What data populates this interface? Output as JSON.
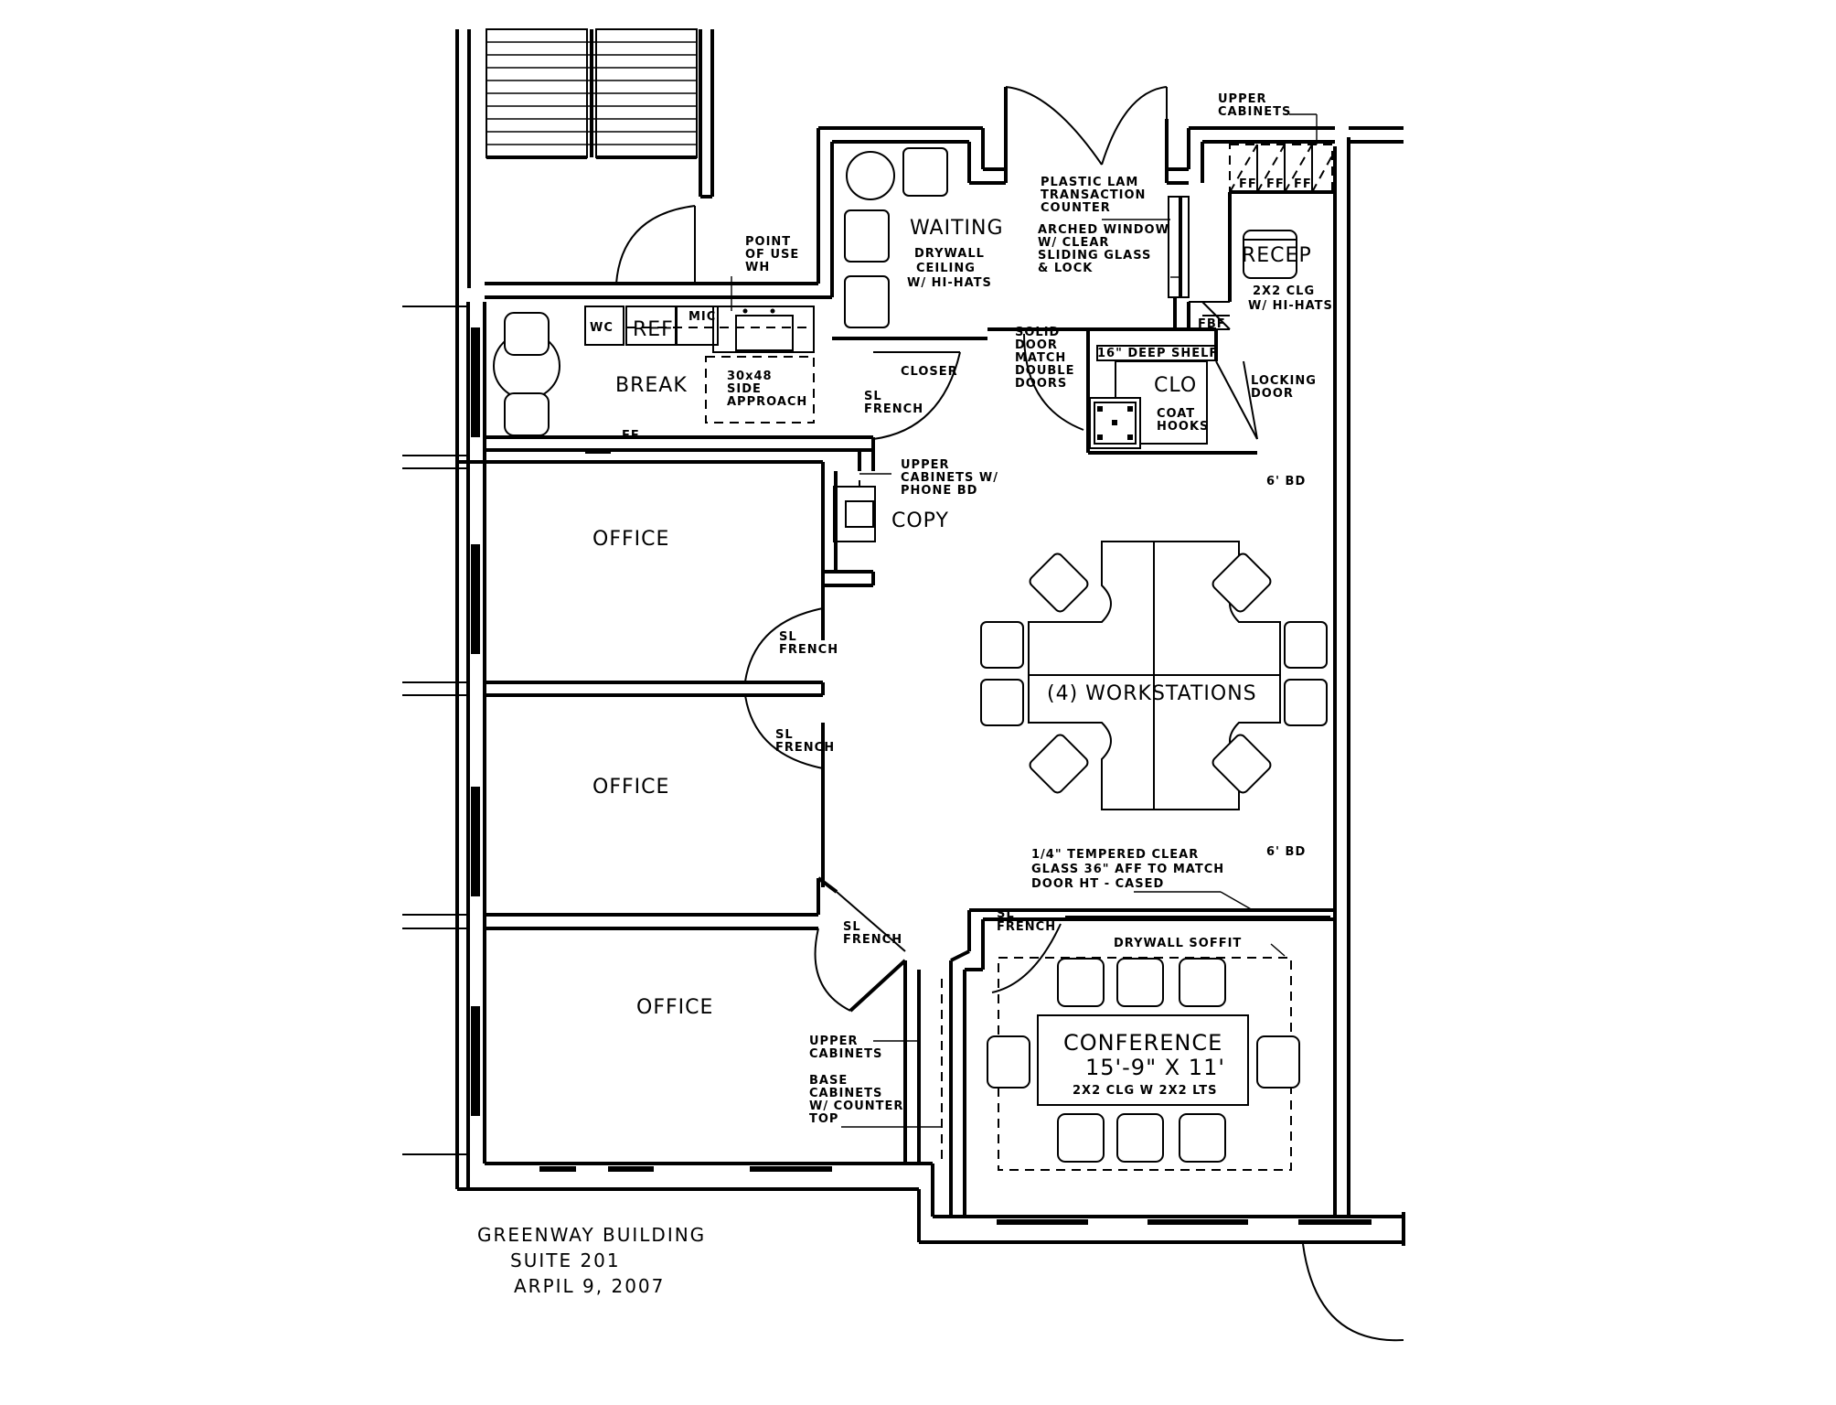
{
  "rooms": {
    "waiting": "WAITING",
    "waiting_note": [
      "DRYWALL",
      "CEILING",
      "W/ HI-HATS"
    ],
    "recep": "RECEP",
    "recep_note": [
      "2X2 CLG",
      "W/ HI-HATS"
    ],
    "break": "BREAK",
    "clo": "CLO",
    "copy": "COPY",
    "office_1": "OFFICE",
    "office_2": "OFFICE",
    "office_3": "OFFICE",
    "workstations": "(4) WORKSTATIONS",
    "conference": "CONFERENCE",
    "conference_size": "15'-9\" X 11'",
    "conference_note": "2X2 CLG W 2X2 LTS",
    "wc": "WC",
    "ref": "REF",
    "mic": "MIC"
  },
  "notes": {
    "upper_cabinets_top": [
      "UPPER",
      "CABINETS"
    ],
    "point_of_use": [
      "POINT",
      "OF USE",
      "WH"
    ],
    "transaction_counter": [
      "PLASTIC LAM",
      "TRANSACTION",
      "COUNTER"
    ],
    "arched_window": [
      "ARCHED WINDOW",
      "W/ CLEAR",
      "SLIDING GLASS",
      "& LOCK"
    ],
    "solid_door": [
      "SOLID",
      "DOOR",
      "MATCH",
      "DOUBLE",
      "DOORS"
    ],
    "deep_shelf": "16\" DEEP SHELF",
    "coat_hooks": [
      "COAT",
      "HOOKS"
    ],
    "locking_door": [
      "LOCKING",
      "DOOR"
    ],
    "fbf": "FBF",
    "ff": "FF",
    "side_approach": [
      "30x48",
      "SIDE",
      "APPROACH"
    ],
    "closer": "CLOSER",
    "french_break": [
      "SL",
      "FRENCH"
    ],
    "ef": "EF",
    "upper_cab_phone": [
      "UPPER",
      "CABINETS W/",
      "PHONE BD"
    ],
    "six_bd_top": "6' BD",
    "six_bd_bottom": "6' BD",
    "french_office1": [
      "SL",
      "FRENCH"
    ],
    "french_office2": [
      "SL",
      "FRENCH"
    ],
    "french_office3": [
      "SL",
      "FRENCH"
    ],
    "french_conf": [
      "SL",
      "FRENCH"
    ],
    "tempered_glass": [
      "1/4\" TEMPERED CLEAR",
      "GLASS 36\" AFF TO MATCH",
      "DOOR HT - CASED"
    ],
    "drywall_soffit": "DRYWALL SOFFIT",
    "upper_cabinets_conf": [
      "UPPER",
      "CABINETS"
    ],
    "base_cabinets": [
      "BASE",
      "CABINETS",
      "W/ COUNTER",
      "TOP"
    ]
  },
  "title_block": {
    "building": "GREENWAY BUILDING",
    "suite": "SUITE 201",
    "date": "ARPIL 9, 2007"
  }
}
